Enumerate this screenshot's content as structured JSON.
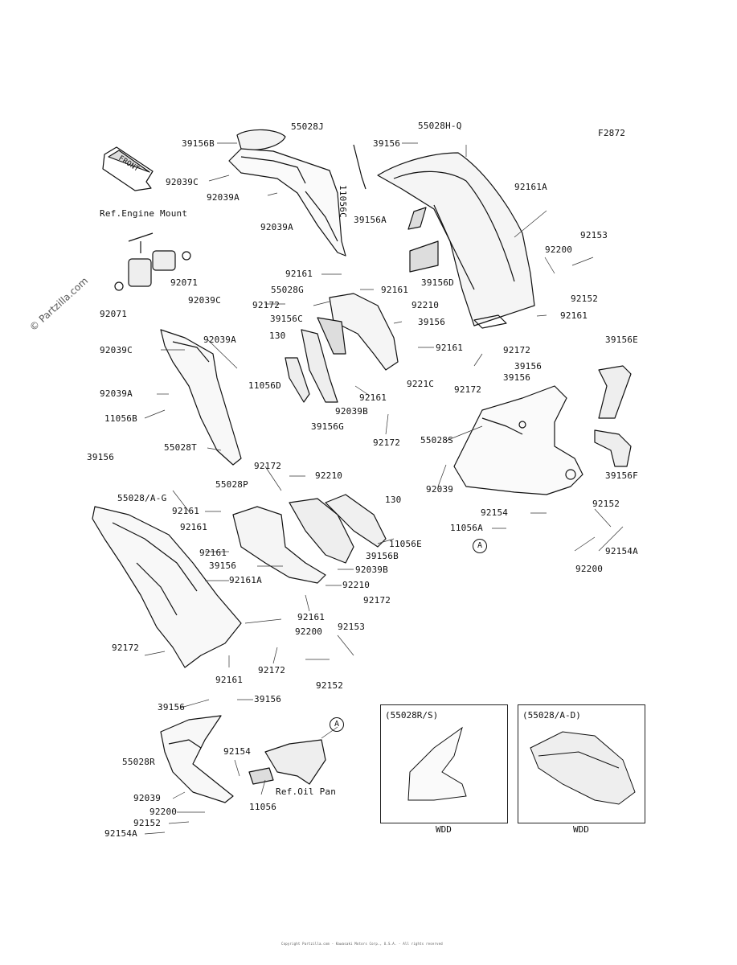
{
  "figure_code": "F2872",
  "watermark": "© Partzilla.com",
  "front_arrow": "FRONT",
  "callouts": [
    {
      "id": "c1",
      "text": "55028J"
    },
    {
      "id": "c2",
      "text": "39156B"
    },
    {
      "id": "c3",
      "text": "92039C"
    },
    {
      "id": "c4",
      "text": "92039A"
    },
    {
      "id": "c5",
      "text": "92039A"
    },
    {
      "id": "c6",
      "text": "11056C"
    },
    {
      "id": "c7",
      "text": "55028H-Q"
    },
    {
      "id": "c8",
      "text": "39156"
    },
    {
      "id": "c9",
      "text": "92161A"
    },
    {
      "id": "c10",
      "text": "39156A"
    },
    {
      "id": "c11",
      "text": "Ref.Engine Mount"
    },
    {
      "id": "c12",
      "text": "92071"
    },
    {
      "id": "c13",
      "text": "92071"
    },
    {
      "id": "c14",
      "text": "92161"
    },
    {
      "id": "c15",
      "text": "55028G"
    },
    {
      "id": "c16",
      "text": "92161"
    },
    {
      "id": "c17",
      "text": "39156D"
    },
    {
      "id": "c18",
      "text": "92200"
    },
    {
      "id": "c19",
      "text": "92153"
    },
    {
      "id": "c20",
      "text": "92152"
    },
    {
      "id": "c21",
      "text": "92172"
    },
    {
      "id": "c22",
      "text": "92210"
    },
    {
      "id": "c23",
      "text": "39156C"
    },
    {
      "id": "c24",
      "text": "39156"
    },
    {
      "id": "c25",
      "text": "92161"
    },
    {
      "id": "c26",
      "text": "92039C"
    },
    {
      "id": "c27",
      "text": "92039C"
    },
    {
      "id": "c28",
      "text": "92039A"
    },
    {
      "id": "c29",
      "text": "130"
    },
    {
      "id": "c30",
      "text": "92161"
    },
    {
      "id": "c31",
      "text": "92172"
    },
    {
      "id": "c32",
      "text": "39156"
    },
    {
      "id": "c33",
      "text": "39156E"
    },
    {
      "id": "c34",
      "text": "39156"
    },
    {
      "id": "c35",
      "text": "11056D"
    },
    {
      "id": "c36",
      "text": "9221C"
    },
    {
      "id": "c37",
      "text": "92161"
    },
    {
      "id": "c38",
      "text": "92172"
    },
    {
      "id": "c39",
      "text": "92039A"
    },
    {
      "id": "c40",
      "text": "92039B"
    },
    {
      "id": "c41",
      "text": "11056B"
    },
    {
      "id": "c42",
      "text": "39156G"
    },
    {
      "id": "c43",
      "text": "92172"
    },
    {
      "id": "c44",
      "text": "55028S"
    },
    {
      "id": "c45",
      "text": "55028T"
    },
    {
      "id": "c46",
      "text": "39156"
    },
    {
      "id": "c47",
      "text": "92039"
    },
    {
      "id": "c48",
      "text": "39156F"
    },
    {
      "id": "c49",
      "text": "92172"
    },
    {
      "id": "c50",
      "text": "92210"
    },
    {
      "id": "c51",
      "text": "55028P"
    },
    {
      "id": "c52",
      "text": "55028/A-G"
    },
    {
      "id": "c53",
      "text": "130"
    },
    {
      "id": "c54",
      "text": "92161"
    },
    {
      "id": "c55",
      "text": "92154"
    },
    {
      "id": "c56",
      "text": "92152"
    },
    {
      "id": "c57",
      "text": "92161"
    },
    {
      "id": "c58",
      "text": "11056A"
    },
    {
      "id": "c59",
      "text": "11056E"
    },
    {
      "id": "c60",
      "text": "92154A"
    },
    {
      "id": "c61",
      "text": "92161"
    },
    {
      "id": "c62",
      "text": "39156B"
    },
    {
      "id": "c63",
      "text": "39156"
    },
    {
      "id": "c64",
      "text": "92039B"
    },
    {
      "id": "c65",
      "text": "92200"
    },
    {
      "id": "c66",
      "text": "92161A"
    },
    {
      "id": "c67",
      "text": "92210"
    },
    {
      "id": "c68",
      "text": "92172"
    },
    {
      "id": "c69",
      "text": "92161"
    },
    {
      "id": "c70",
      "text": "92200"
    },
    {
      "id": "c71",
      "text": "92153"
    },
    {
      "id": "c72",
      "text": "92172"
    },
    {
      "id": "c73",
      "text": "92172"
    },
    {
      "id": "c74",
      "text": "92152"
    },
    {
      "id": "c75",
      "text": "92161"
    },
    {
      "id": "c76",
      "text": "39156"
    },
    {
      "id": "c77",
      "text": "39156"
    },
    {
      "id": "c78",
      "text": "92154"
    },
    {
      "id": "c79",
      "text": "55028R"
    },
    {
      "id": "c80",
      "text": "92039"
    },
    {
      "id": "c81",
      "text": "Ref.Oil Pan"
    },
    {
      "id": "c82",
      "text": "92200"
    },
    {
      "id": "c83",
      "text": "11056"
    },
    {
      "id": "c84",
      "text": "92152"
    },
    {
      "id": "c85",
      "text": "92154A"
    }
  ],
  "insets": [
    {
      "title": "(55028R/S)",
      "code": "WDD"
    },
    {
      "title": "(55028/A-D)",
      "code": "WDD"
    }
  ],
  "circle_label": "A",
  "footer_text": "Copyright Partzilla.com - Kawasaki Motors Corp., U.S.A. - All rights reserved"
}
